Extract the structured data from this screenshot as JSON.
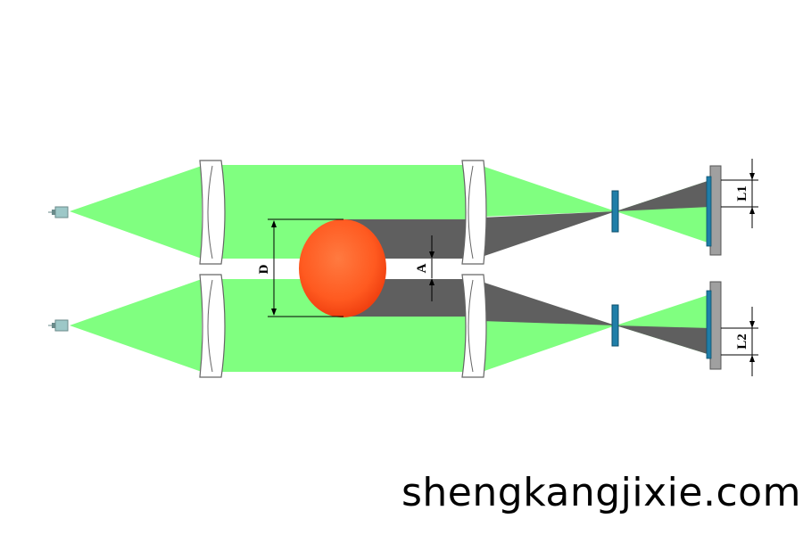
{
  "diagram": {
    "labels": {
      "D": "D",
      "A": "A",
      "L1": "L1",
      "L2": "L2"
    },
    "watermark": "shengkangjixie.com"
  },
  "colors": {
    "beam": "#80ff80",
    "shadow": "#606060",
    "object": "#ff5a20",
    "lens_edge": "#666666",
    "screen": "#999999",
    "detector": "#1f7ea8",
    "aperture": "#1f7ea8"
  }
}
